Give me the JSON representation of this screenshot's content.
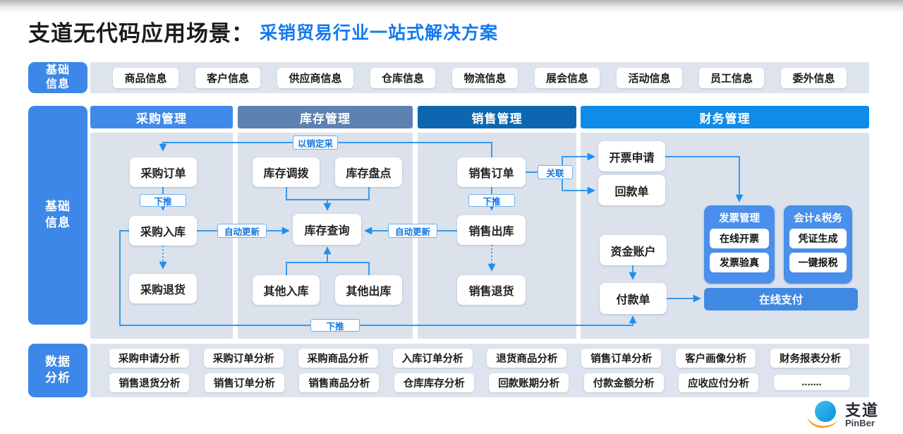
{
  "title": {
    "prefix": "支道无代码应用场景：",
    "highlight": "采销贸易行业一站式解决方案"
  },
  "bands": {
    "top": {
      "label_lines": [
        "基础",
        "信息"
      ],
      "items": [
        "商品信息",
        "客户信息",
        "供应商信息",
        "仓库信息",
        "物流信息",
        "展会信息",
        "活动信息",
        "员工信息",
        "委外信息"
      ]
    },
    "mid": {
      "label_lines": [
        "基础",
        "信息"
      ]
    },
    "bottom": {
      "label_lines": [
        "数据",
        "分析"
      ],
      "rows": [
        [
          "采购申请分析",
          "采购订单分析",
          "采购商品分析",
          "入库订单分析",
          "退货商品分析",
          "销售订单分析",
          "客户画像分析",
          "财务报表分析"
        ],
        [
          "销售退货分析",
          "销售订单分析",
          "销售商品分析",
          "仓库库存分析",
          "回款账期分析",
          "付款金额分析",
          "应收应付分析",
          "......."
        ]
      ]
    }
  },
  "columns": [
    {
      "header": "采购管理"
    },
    {
      "header": "库存管理"
    },
    {
      "header": "销售管理"
    },
    {
      "header": "财务管理"
    }
  ],
  "nodes": {
    "purchase_order": "采购订单",
    "purchase_inbound": "采购入库",
    "purchase_return": "采购退货",
    "stock_transfer": "库存调拨",
    "stock_count": "库存盘点",
    "stock_query": "库存查询",
    "other_inbound": "其他入库",
    "other_outbound": "其他出库",
    "sales_order": "销售订单",
    "sales_outbound": "销售出库",
    "sales_return": "销售退货",
    "invoice_request": "开票申请",
    "receipt_order": "回款单",
    "fund_account": "资金账户",
    "payment_order": "付款单"
  },
  "edges": {
    "sales_driven_purchase": "以销定采",
    "push_down": "下推",
    "auto_update": "自动更新",
    "relate": "关联"
  },
  "groups": {
    "invoice": {
      "title": "发票管理",
      "items": [
        "在线开票",
        "发票验真"
      ]
    },
    "tax": {
      "title": "会计&税务",
      "items": [
        "凭证生成",
        "一键报税"
      ]
    }
  },
  "online_pay": "在线支付",
  "logo": {
    "cn": "支道",
    "en": "PinBer"
  },
  "colors": {
    "accent_blue": "#3d87e8",
    "header_purchase": "#4189e8",
    "header_stock": "#5d81b0",
    "header_sales": "#0c67b0",
    "header_finance": "#0e8ce9",
    "flow_line": "#1f8fef",
    "panel_bg": "#dbe2ec",
    "band_bg": "#dee4ee",
    "group_panel": "#4a8feb",
    "title_highlight": "#1479f0"
  }
}
